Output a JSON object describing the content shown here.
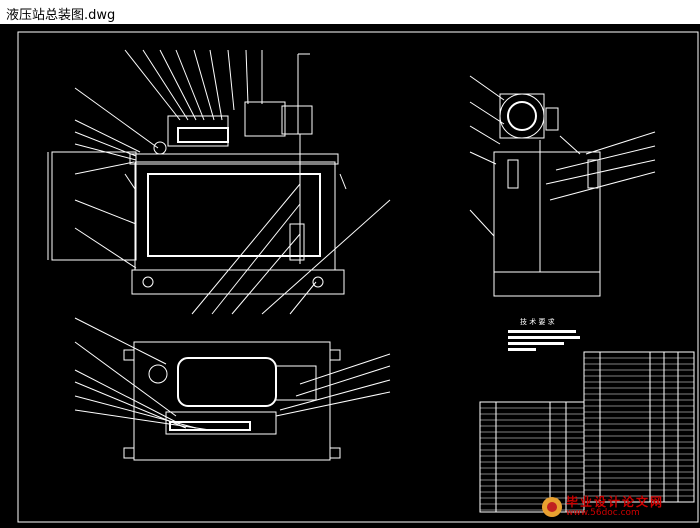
{
  "window": {
    "title": "液压站总装图.dwg"
  },
  "drawing": {
    "tech_requirements_title": "技 术 要 求"
  },
  "watermark": {
    "title": "毕业设计论文网",
    "url": "www.56doc.com"
  },
  "colors": {
    "background": "#000000",
    "lines": "#ffffff",
    "watermark": "#cc0000"
  }
}
